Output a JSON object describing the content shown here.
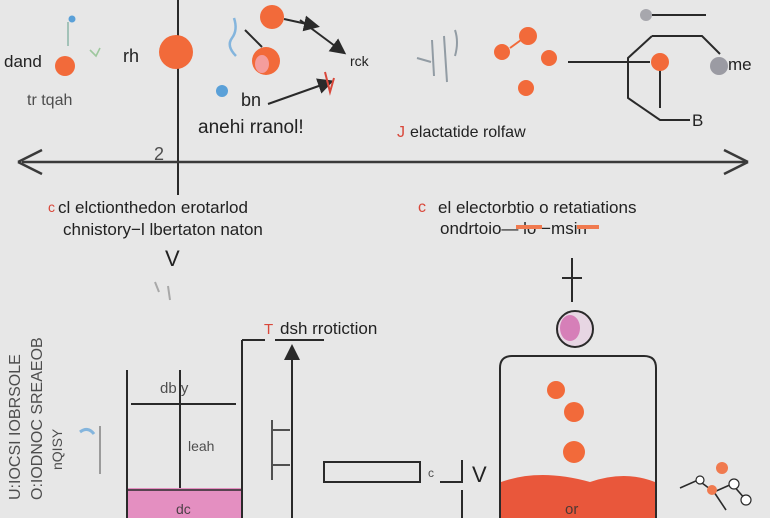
{
  "diagram": {
    "top_left": {
      "label_dand": "dand",
      "label_rh": "rh",
      "label_tr_tqah": "tr tqah"
    },
    "top_mid": {
      "label_bn": "bn",
      "label_anehi_rranol": "anehi rranol!",
      "label_rck": "rck"
    },
    "top_right": {
      "label_j_prefix": "J",
      "label_elactatide_rolfaw": "elactatide rolfaw",
      "label_me": "me",
      "label_b": "B"
    },
    "axis": {
      "label_2": "2"
    },
    "left_block": {
      "prefix_c": "c",
      "line1": "cl elctionthedon erotarlod",
      "line2": "chnistory−l lbertaton naton",
      "label_v": "V"
    },
    "right_block": {
      "prefix_c": "c",
      "line1": "el electorbtio o retatiations",
      "line2": "ondrtoio—  lo   −msin"
    },
    "bottom": {
      "label_t_prefix": "T",
      "label_dsh_rrotiction": "dsh rrotiction",
      "vertical_text_1": "U:IOCSI IOBRSOLE",
      "vertical_text_2": "O:IODNOC SREAEOB",
      "vertical_text_3": "nQISY",
      "label_db_y": "db y",
      "label_leah": "leah",
      "label_v2": "V",
      "label_c_small": "c",
      "label_de": "dc",
      "label_or": "or"
    }
  },
  "colors": {
    "orange": "#f26a3a",
    "orange_light": "#f07a4f",
    "pink": "#d67fb8",
    "pink_fill": "#e48fc1",
    "red_liquid": "#e9573b",
    "line": "#2a2a2a",
    "blue": "#5aa0d8",
    "gray_ball": "#a7a7ad"
  }
}
